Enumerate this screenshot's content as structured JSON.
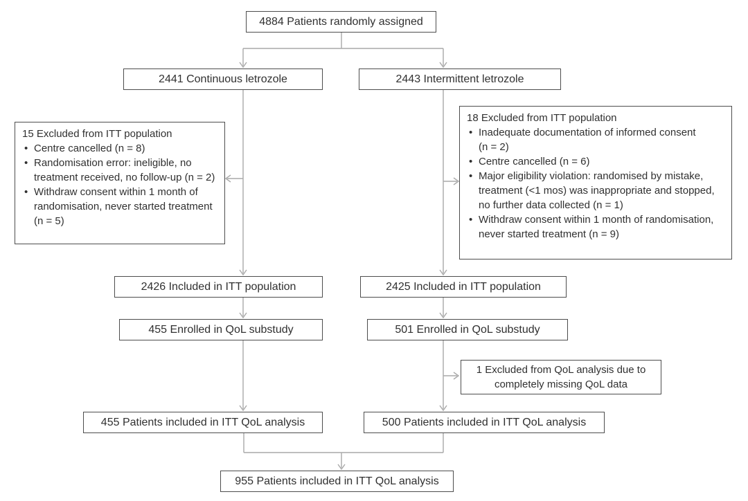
{
  "colors": {
    "box_border": "#4c4c4c",
    "text": "#303030",
    "connector": "#a9a9a9",
    "background": "#ffffff"
  },
  "flow": {
    "randomized": "4884 Patients randomly assigned",
    "continuous_arm": "2441 Continuous letrozole",
    "intermittent_arm": "2443 Intermittent letrozole",
    "continuous_excluded": {
      "heading": "15 Excluded from ITT population",
      "bullets": [
        "Centre cancelled (n = 8)",
        "Randomisation error: ineligible, no treatment received, no follow-up (n = 2)",
        "Withdraw consent within 1 month of randomisation, never started treatment (n = 5)"
      ]
    },
    "intermittent_excluded": {
      "heading": "18 Excluded from ITT population",
      "bullets": [
        "Inadequate documentation of informed consent (n = 2)",
        "Centre cancelled (n = 6)",
        "Major eligibility violation: randomised by mistake, treatment (<1 mos) was inappropriate and stopped, no further data collected (n = 1)",
        "Withdraw consent within 1 month of randomisation, never started treatment (n = 9)"
      ]
    },
    "continuous_itt": "2426 Included in ITT population",
    "intermittent_itt": "2425 Included in ITT population",
    "continuous_qol_enrolled": "455 Enrolled in QoL substudy",
    "intermittent_qol_enrolled": "501 Enrolled in QoL substudy",
    "qol_excluded": "1 Excluded from QoL analysis due to completely missing QoL data",
    "continuous_qol_analysis": "455 Patients included in ITT QoL analysis",
    "intermittent_qol_analysis": "500 Patients included in ITT QoL analysis",
    "total_qol_analysis": "955 Patients included in ITT QoL analysis"
  }
}
